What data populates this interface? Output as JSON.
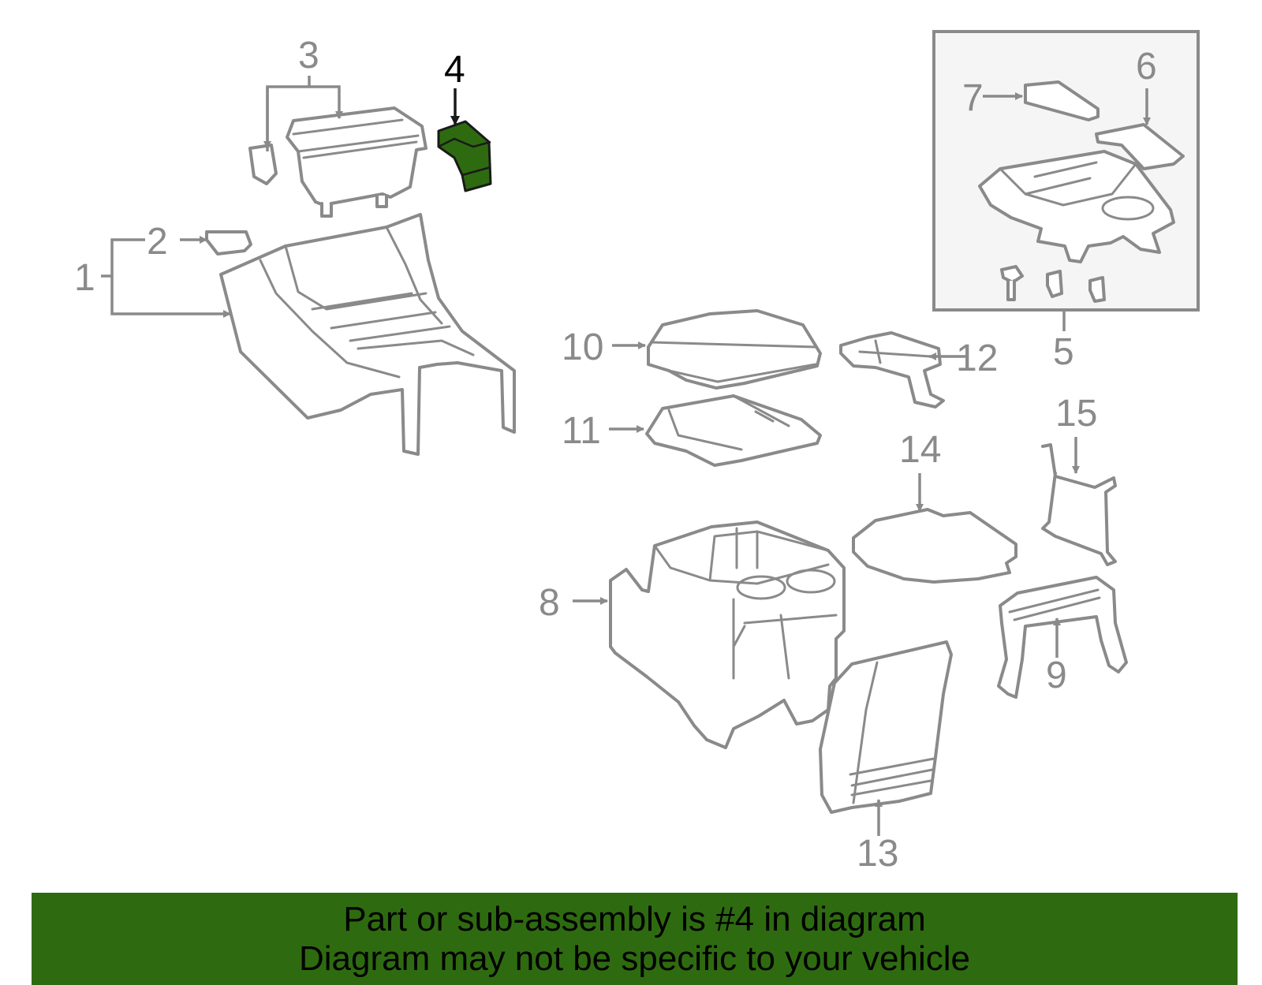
{
  "diagram": {
    "callouts": [
      "1",
      "2",
      "3",
      "4",
      "5",
      "6",
      "7",
      "8",
      "9",
      "10",
      "11",
      "12",
      "13",
      "14",
      "15"
    ],
    "highlighted_callout": "4"
  },
  "banner": {
    "line1": "Part or sub-assembly is #4 in diagram",
    "line2": "Diagram may not be specific to your vehicle"
  },
  "colors": {
    "highlight": "#2e6b10",
    "banner": "#2e6b10",
    "line": "#8a8a8a",
    "callout_text": "#8a8a8a",
    "highlighted_text": "#000000",
    "inset_box_fill": "#f5f5f5"
  }
}
